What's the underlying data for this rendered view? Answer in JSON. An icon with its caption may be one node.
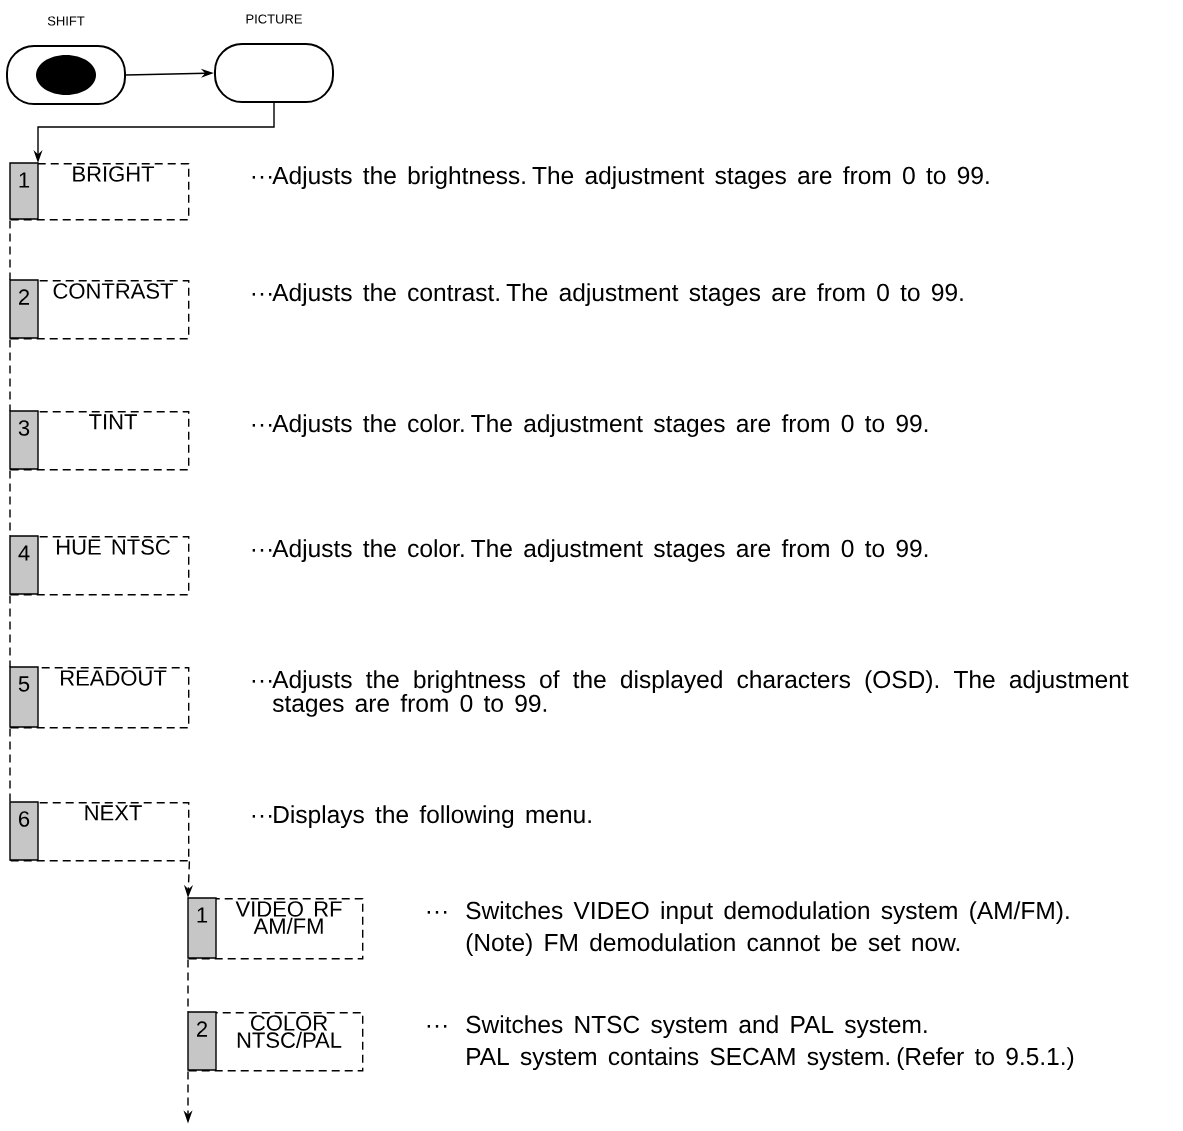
{
  "diagram": {
    "nodes": [
      {
        "text": [
          "SHIFT"
        ]
      },
      {
        "text": [
          "PICTURE"
        ]
      },
      {
        "text": [
          "1",
          "BRIGHT"
        ],
        "beside": [
          "···",
          "Adjusts the brightness. The adjustment stages are from 0 to 99."
        ]
      },
      {
        "text": [
          "2",
          "CONTRAST"
        ],
        "beside": [
          "···",
          "Adjusts the contrast. The adjustment stages are from 0 to 99."
        ]
      },
      {
        "text": [
          "3",
          "TINT"
        ],
        "beside": [
          "···",
          "Adjusts the color. The adjustment stages are from 0 to 99."
        ]
      },
      {
        "text": [
          "4",
          "HUE NTSC"
        ],
        "beside": [
          "···",
          "Adjusts the color. The adjustment stages are from 0 to 99."
        ]
      },
      {
        "text": [
          "5",
          "READOUT"
        ],
        "beside": [
          "···",
          "Adjusts the brightness of the displayed characters (OSD). The adjustment stages are from 0 to 99."
        ]
      },
      {
        "text": [
          "6",
          "NEXT"
        ],
        "beside": [
          "···",
          "Displays the following menu."
        ]
      },
      {
        "text": [
          "1",
          "VIDEO RF AM/FM"
        ],
        "beside": [
          "···",
          "Switches VIDEO input demodulation system (AM/FM).",
          "(Note) FM demodulation cannot be set now."
        ]
      },
      {
        "text": [
          "2",
          "COLOR NTSC/PAL"
        ],
        "beside": [
          "···",
          "Switches NTSC system and PAL system.",
          "PAL system contains SECAM system. (Refer to 9.5.1.)"
        ]
      }
    ],
    "edges": [
      {
        "from": 0,
        "to": 1,
        "arrow": "to"
      },
      {
        "from": 1,
        "to": 2,
        "arrow": "to"
      },
      {
        "from": 2,
        "to": 3,
        "arrow": "none",
        "style": "dashed"
      },
      {
        "from": 3,
        "to": 4,
        "arrow": "none",
        "style": "dashed"
      },
      {
        "from": 4,
        "to": 5,
        "arrow": "none",
        "style": "dashed"
      },
      {
        "from": 5,
        "to": 6,
        "arrow": "none",
        "style": "dashed"
      },
      {
        "from": 6,
        "to": 7,
        "arrow": "none",
        "style": "dashed"
      },
      {
        "from": 7,
        "to": 8,
        "arrow": "to",
        "style": "dashed"
      },
      {
        "from": 8,
        "to": 9,
        "arrow": "none",
        "style": "dashed"
      },
      {
        "from": 9,
        "to": null,
        "arrow": "to",
        "style": "dashed"
      }
    ]
  }
}
